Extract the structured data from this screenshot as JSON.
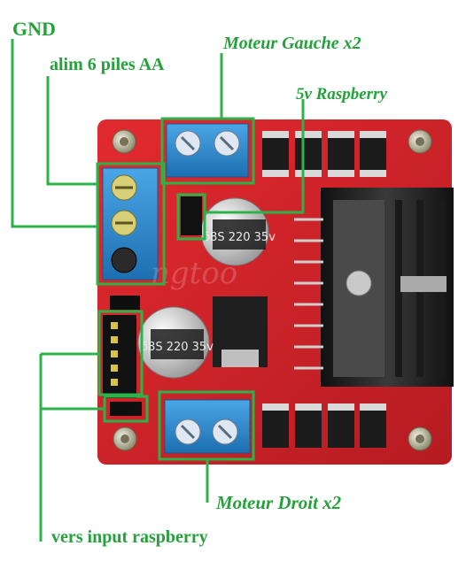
{
  "annotations": {
    "gnd": "GND",
    "alim": "alim 6 piles AA",
    "moteur_gauche": "Moteur Gauche x2",
    "raspberry_5v": "5v Raspberry",
    "moteur_droit": "Moteur Droit x2",
    "vers_input": "vers input raspberry"
  },
  "board": {
    "capacitor_top_text": "δ8S 220 35v",
    "capacitor_bottom_text": "δ8S 220 35v",
    "watermark": "ngtoo"
  },
  "colors": {
    "annotation": "#23a23a",
    "pcb_red": "#d8262b",
    "terminal_blue": "#2d8fd3",
    "heatsink": "#2a2a2a"
  }
}
